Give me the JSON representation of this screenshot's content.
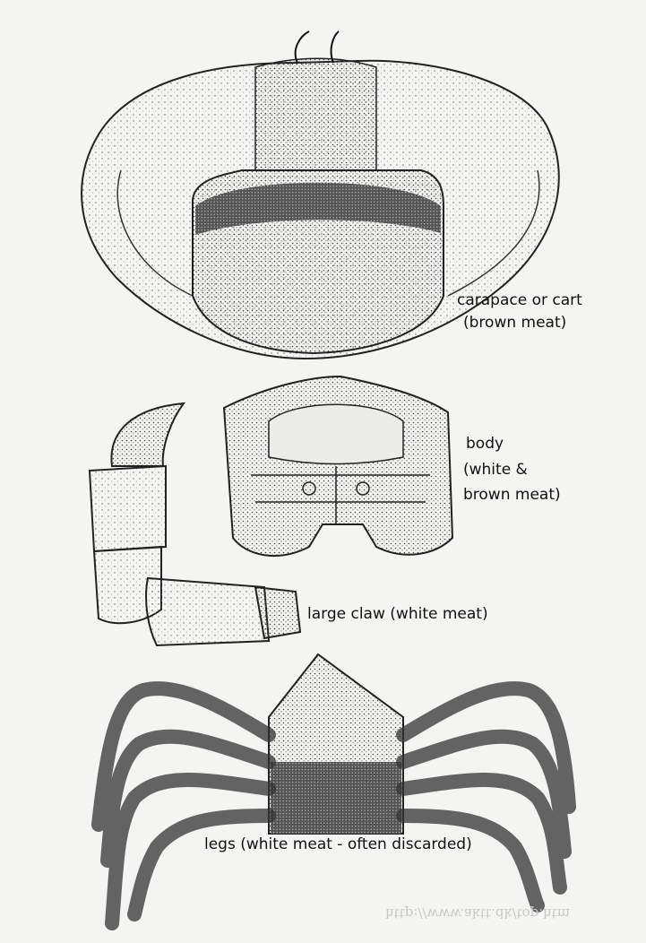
{
  "labels": {
    "carapace_line1": "carapace or cart",
    "carapace_line2": "(brown meat)",
    "body_line1": "body",
    "body_line2": "(white &",
    "body_line3": "brown meat)",
    "claw": "large claw (white meat)",
    "legs": "legs (white meat - often discarded)"
  },
  "watermark": "http://www.aktt.dk/top.htm",
  "colors": {
    "ink": "#111111",
    "paper": "#f4f4f2",
    "stipple": "#5a5a5a"
  }
}
